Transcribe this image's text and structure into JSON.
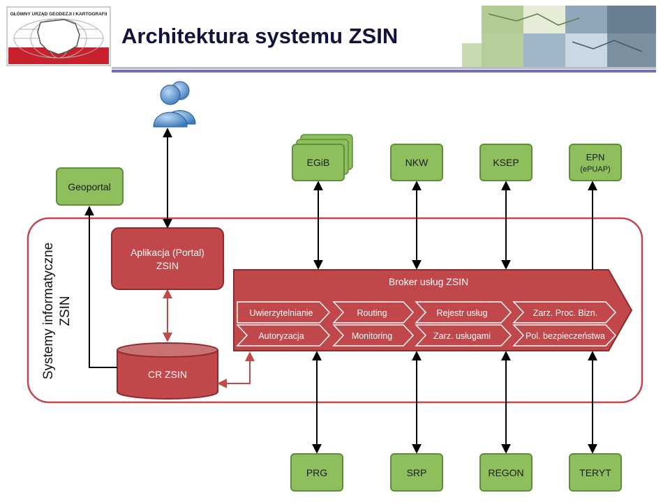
{
  "header": {
    "logo_caption": "GŁÓWNY URZĄD GEODEZJI I KARTOGRAFII",
    "title": "Architektura systemu ZSIN"
  },
  "side_label": {
    "line1": "Systemy informatyczne",
    "line2": "ZSIN"
  },
  "boxes": {
    "geoportal": "Geoportal",
    "egib": "EGiB",
    "nkw": "NKW",
    "ksep": "KSEP",
    "epn_line1": "EPN",
    "epn_line2": "(ePUAP)",
    "portal_line1": "Aplikacja (Portal)",
    "portal_line2": "ZSIN",
    "cr_zsin": "CR ZSIN",
    "prg": "PRG",
    "srp": "SRP",
    "regon": "REGON",
    "teryt": "TERYT"
  },
  "broker": {
    "title": "Broker usług ZSIN",
    "row1": [
      "Uwierzytelnianie",
      "Routing",
      "Rejestr usług",
      "Zarz. Proc. Bizn."
    ],
    "row2": [
      "Autoryzacja",
      "Monitoring",
      "Zarz. usługami",
      "Pol. bezpieczeństwa"
    ]
  },
  "colors": {
    "green_fill": "#8fbf5d",
    "green_stroke": "#5f8e3b",
    "red_fill": "#c0474a",
    "red_stroke": "#8d2b2e",
    "title": "#12123a",
    "chevron_outline": "#ffffff"
  },
  "icons": [
    "users-icon",
    "gugik-logo",
    "map-mosaic"
  ]
}
